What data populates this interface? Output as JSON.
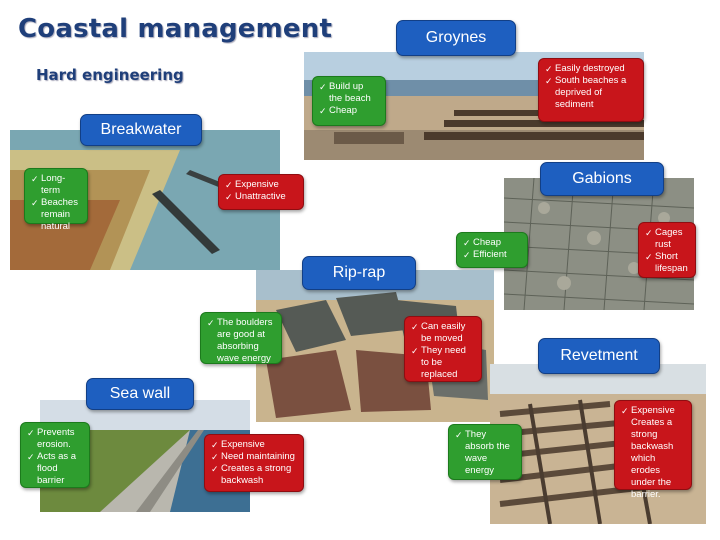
{
  "header": {
    "title": "Coastal management",
    "subtitle": "Hard engineering"
  },
  "groynes": {
    "label": "Groynes",
    "advantages": [
      "Build up the beach",
      "Cheap"
    ],
    "disadvantages": [
      "Easily destroyed",
      "South beaches a deprived of sediment"
    ]
  },
  "breakwater": {
    "label": "Breakwater",
    "advantages": [
      "Long-term",
      "Beaches remain natural"
    ],
    "disadvantages": [
      "Expensive",
      "Unattractive"
    ]
  },
  "gabions": {
    "label": "Gabions",
    "advantages": [
      "Cheap",
      "Efficient"
    ],
    "disadvantages": [
      "Cages rust",
      "Short lifespan"
    ]
  },
  "riprap": {
    "label": "Rip-rap",
    "advantages": [
      "The boulders are good at absorbing wave energy"
    ],
    "disadvantages": [
      "Can easily be moved",
      "They need to be replaced"
    ]
  },
  "seawall": {
    "label": "Sea wall",
    "advantages": [
      "Prevents erosion.",
      "Acts as a flood barrier"
    ],
    "disadvantages": [
      "Expensive",
      "Need maintaining",
      "Creates a strong backwash"
    ]
  },
  "revetment": {
    "label": "Revetment",
    "advantages": [
      "They absorb the wave energy"
    ],
    "disadvantages": [
      "Expensive Creates a strong backwash which erodes under the barrier."
    ]
  },
  "colors": {
    "label_blue": "#1e5fc0",
    "advantage_green": "#2f9e2f",
    "disadvantage_red": "#c8151b",
    "title_navy": "#1f3f7a"
  }
}
